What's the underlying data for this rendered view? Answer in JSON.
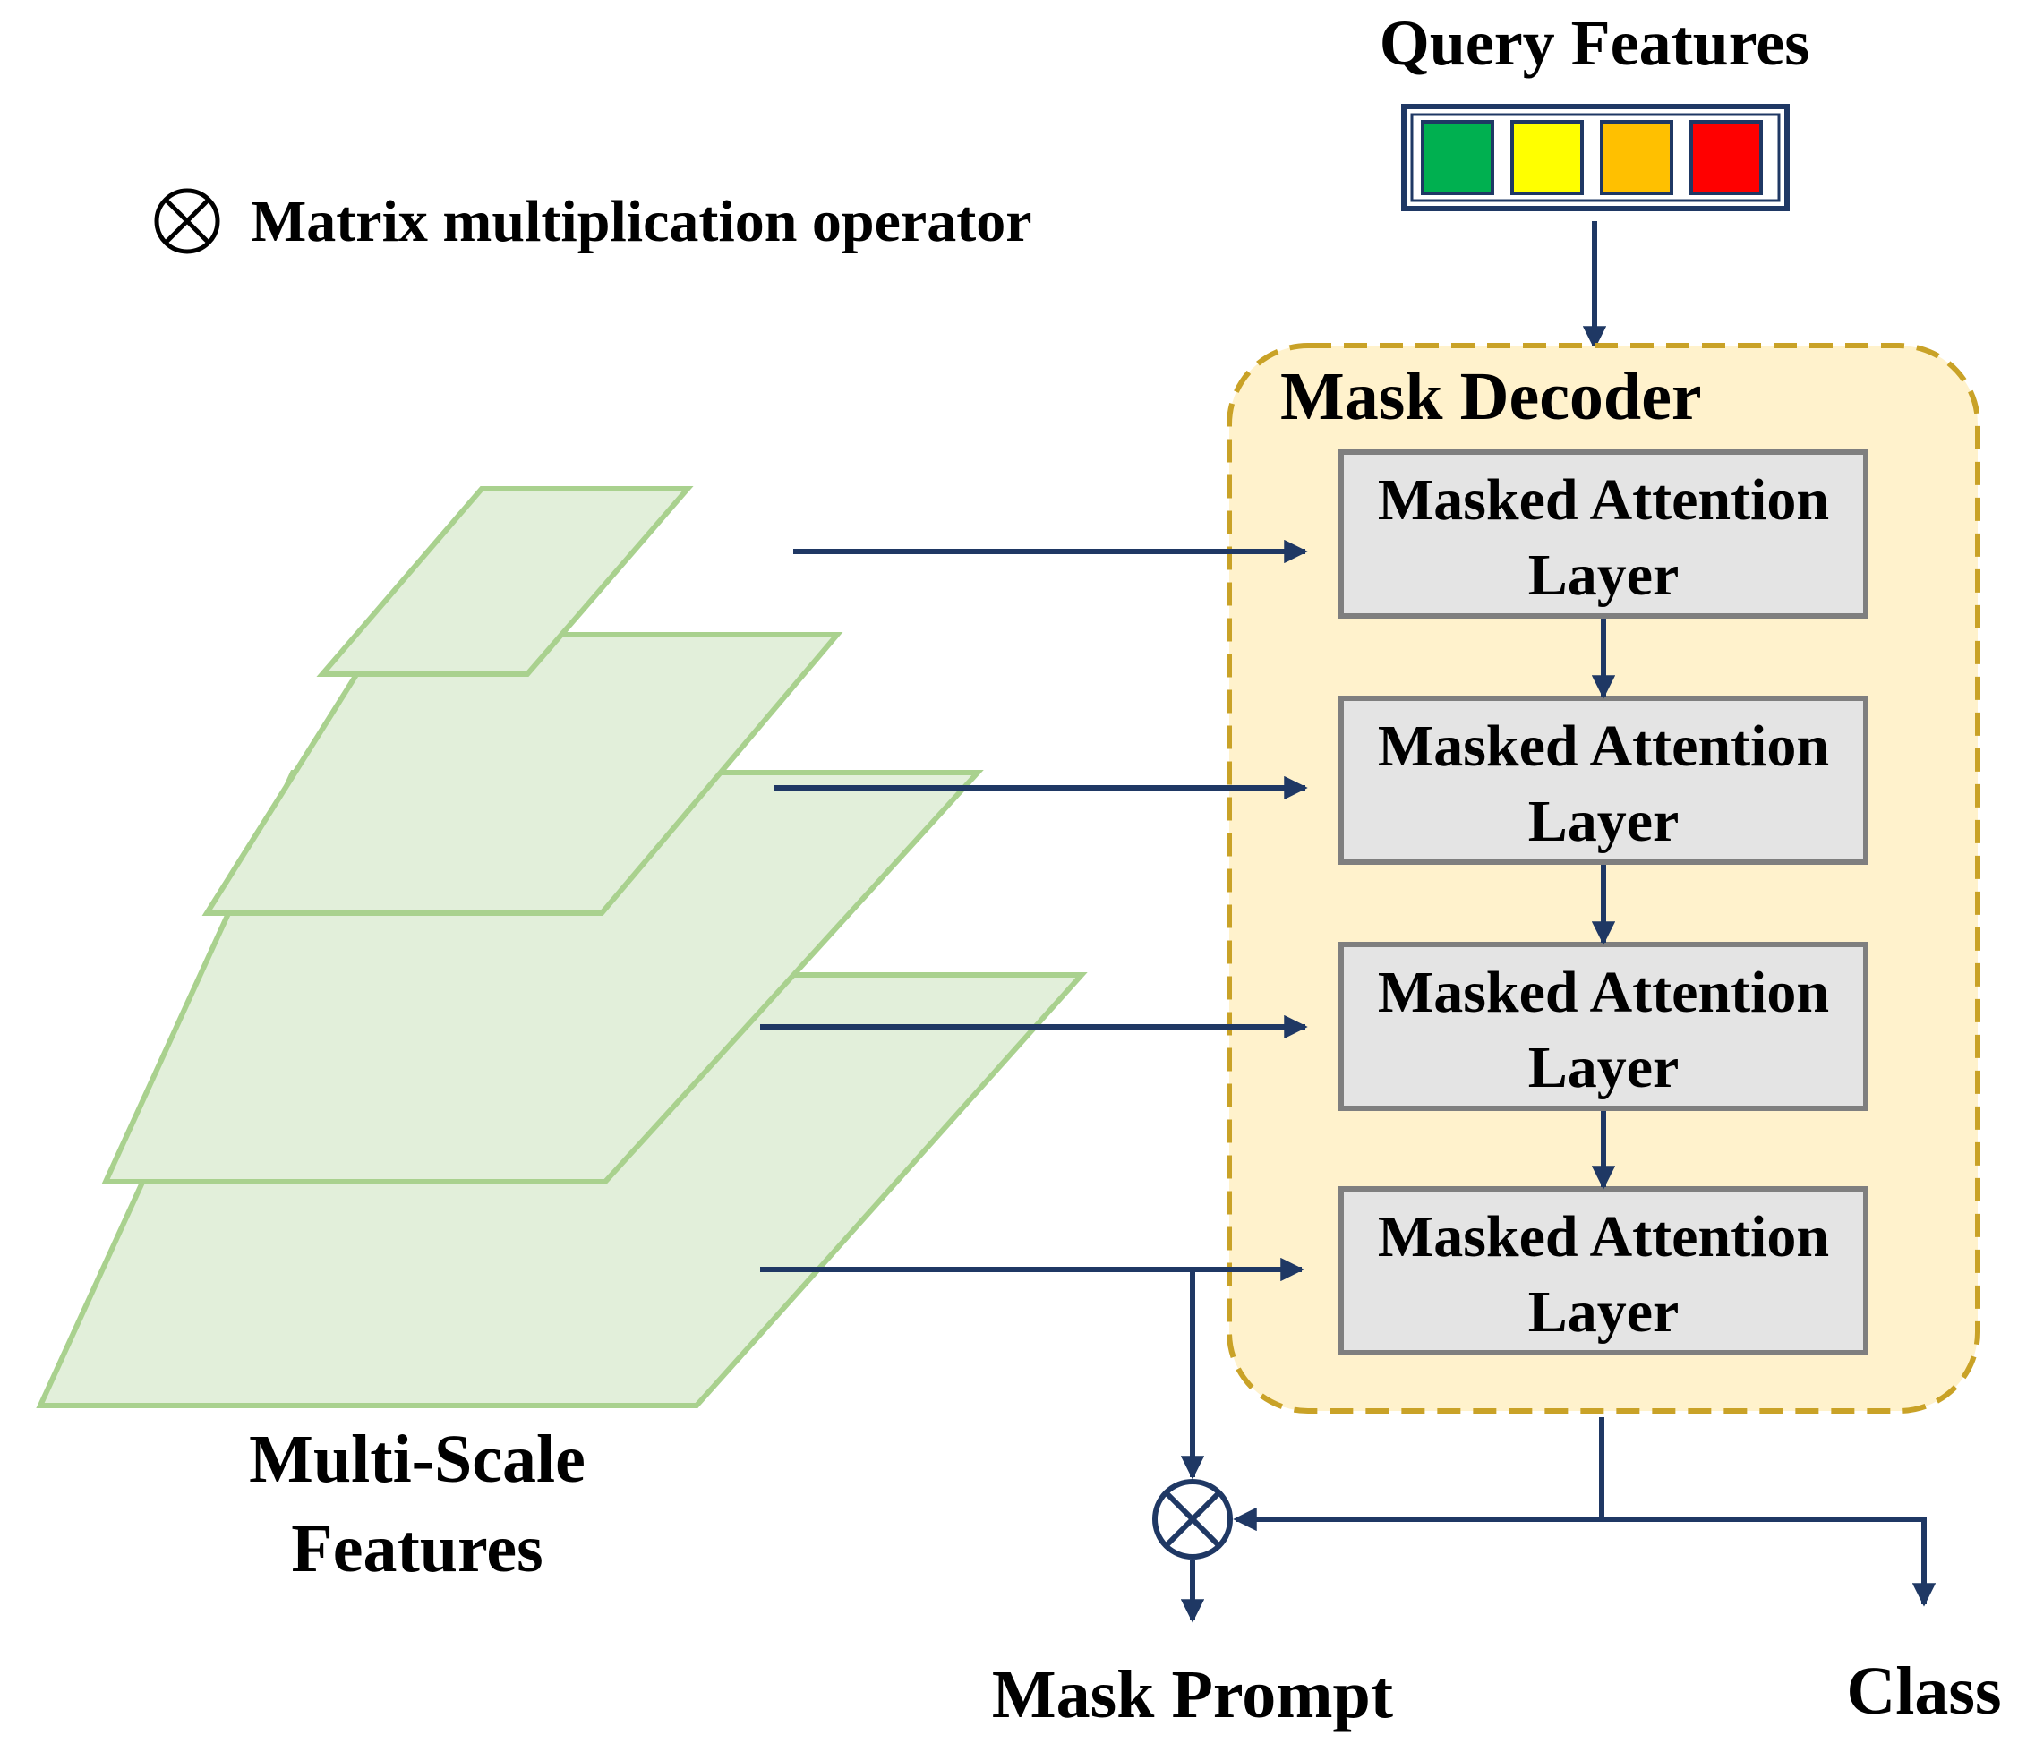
{
  "legend": {
    "icon": "circled-times-icon",
    "text": "Matrix multiplication operator"
  },
  "query": {
    "title": "Query Features",
    "cells": [
      {
        "name": "green",
        "color": "#00b050"
      },
      {
        "name": "yellow",
        "color": "#ffff00"
      },
      {
        "name": "orange",
        "color": "#ffc000"
      },
      {
        "name": "red",
        "color": "#ff0000"
      }
    ]
  },
  "decoder": {
    "title": "Mask Decoder",
    "layers": [
      {
        "line1": "Masked Attention",
        "line2": "Layer"
      },
      {
        "line1": "Masked Attention",
        "line2": "Layer"
      },
      {
        "line1": "Masked Attention",
        "line2": "Layer"
      },
      {
        "line1": "Masked Attention",
        "line2": "Layer"
      }
    ]
  },
  "features": {
    "line1": "Multi-Scale",
    "line2": "Features"
  },
  "outputs": {
    "mask_prompt": "Mask Prompt",
    "class": "Class"
  },
  "colors": {
    "arrow": "#1f3864",
    "plane_fill": "#e2efda",
    "plane_stroke": "#a9d18e",
    "decoder_fill": "#fff2cc",
    "decoder_border": "#c9a227",
    "layer_fill": "#e4e4e4",
    "layer_border": "#7f7f7f"
  }
}
